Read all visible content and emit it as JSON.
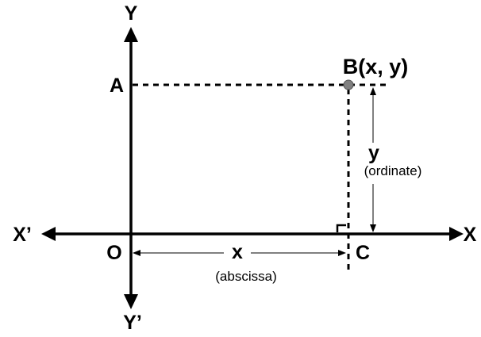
{
  "labels": {
    "y_axis_positive": "Y",
    "y_axis_negative": "Y’",
    "x_axis_positive": "X",
    "x_axis_negative": "X’",
    "origin": "O",
    "point_a": "A",
    "point_b": "B(x, y)",
    "point_c": "C",
    "x_variable": "x",
    "x_description": "(abscissa)",
    "y_variable": "y",
    "y_description": "(ordinate)"
  },
  "colors": {
    "axis": "#000000",
    "dashed_lines": "#000000",
    "point_b_fill": "#808080",
    "point_b_stroke": "#555555"
  },
  "icons": {
    "right_angle": "right-angle-marker",
    "axis_arrows": "arrowheads"
  }
}
